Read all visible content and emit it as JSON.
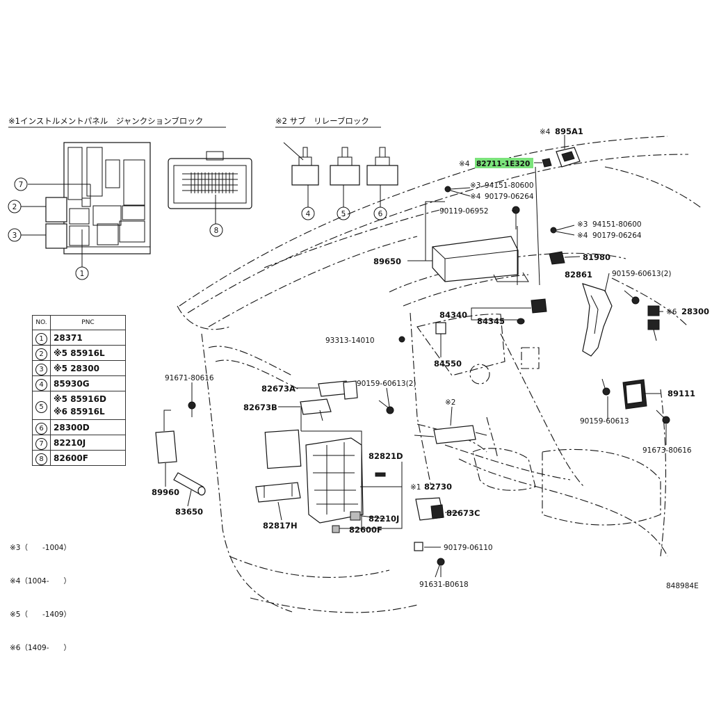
{
  "headers": {
    "junction_block": "※1インストルメントパネル　ジャンクションブロック",
    "relay_block": "※2 サブ　リレーブロック"
  },
  "callout_numbers": [
    "1",
    "2",
    "3",
    "4",
    "5",
    "6",
    "7",
    "8"
  ],
  "parts": {
    "p895a1_mark": "※4",
    "p895a1": "895A1",
    "p82711_mark": "※4",
    "p82711": "82711-1E320",
    "p94151a_mark": "※3",
    "p94151a": "94151-80600",
    "p90179a_mark": "※4",
    "p90179a": "90179-06264",
    "p90119": "90119-06952",
    "p94151b_mark": "※3",
    "p94151b": "94151-80600",
    "p90179b_mark": "※4",
    "p90179b": "90179-06264",
    "p89650": "89650",
    "p81980": "81980",
    "p82861": "82861",
    "p90159a": "90159-60613(2)",
    "p28300_mark": "※6",
    "p28300": "28300",
    "p84340": "84340",
    "p84345": "84345",
    "p93313": "93313-14010",
    "p84550": "84550",
    "p91671": "91671-80616",
    "p82673a": "82673A",
    "p90159b": "90159-60613(2)",
    "p82673b": "82673B",
    "mark2": "※2",
    "p89111": "89111",
    "p90159c": "90159-60613",
    "p91673": "91673-80616",
    "p82821d": "82821D",
    "p82730_mark": "※1",
    "p82730": "82730",
    "p89960": "89960",
    "p83650": "83650",
    "p82817h": "82817H",
    "p82210j": "82210J",
    "p82600f": "82600F",
    "p82673c": "82673C",
    "p90179c": "90179-06110",
    "p91631": "91631-B0618",
    "drawing_no": "848984E"
  },
  "table": {
    "col_no": "NO.",
    "col_pnc": "PNC",
    "rows": [
      {
        "no": "1",
        "pnc": "28371"
      },
      {
        "no": "2",
        "pnc": "※5 85916L"
      },
      {
        "no": "3",
        "pnc": "※5 28300"
      },
      {
        "no": "4",
        "pnc": "85930G"
      },
      {
        "no": "5",
        "pnc": "※5 85916D",
        "pnc2": "※6 85916L"
      },
      {
        "no": "6",
        "pnc": "28300D"
      },
      {
        "no": "7",
        "pnc": "82210J"
      },
      {
        "no": "8",
        "pnc": "82600F"
      }
    ]
  },
  "notes": [
    "※3（　　-1004）",
    "※4（1004-　　）",
    "※5（　　-1409）",
    "※6（1409-　　）"
  ],
  "highlight_color": "#7be37b"
}
